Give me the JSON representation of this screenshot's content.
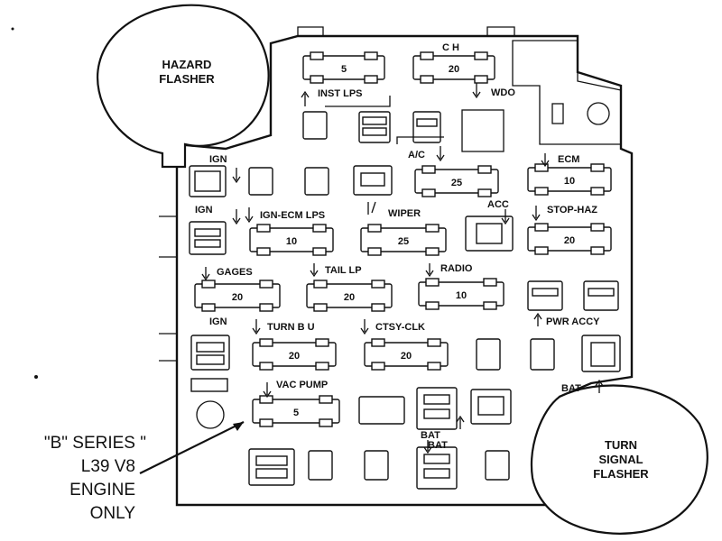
{
  "hazard_flasher": {
    "line1": "HAZARD",
    "line2": "FLASHER"
  },
  "turn_flasher": {
    "line1": "TURN",
    "line2": "SIGNAL",
    "line3": "FLASHER"
  },
  "footnote": {
    "line1": "\"B\" SERIES \"",
    "line2": "L39 V8",
    "line3": "ENGINE",
    "line4": "ONLY"
  },
  "labels": {
    "ch": "C H",
    "inst_lps": "INST LPS",
    "wdo": "WDO",
    "ac": "A/C",
    "ecm": "ECM",
    "ign1": "IGN",
    "ign2": "IGN",
    "ign3": "IGN",
    "ign_ecm_lps": "IGN-ECM LPS",
    "wiper": "WIPER",
    "acc": "ACC",
    "stop_haz": "STOP-HAZ",
    "gages": "GAGES",
    "tail_lp": "TAIL LP",
    "radio": "RADIO",
    "turn_bu": "TURN B U",
    "ctsy_clk": "CTSY-CLK",
    "pwr_accy": "PWR ACCY",
    "vac_pump": "VAC PUMP",
    "bat1": "BAT",
    "bat2": "BAT",
    "bat3": "BAT"
  },
  "fuses": {
    "inst_lps": "5",
    "ch": "20",
    "ac": "25",
    "ecm": "10",
    "ign_ecm_lps": "10",
    "wiper": "25",
    "stop_haz": "20",
    "gages": "20",
    "tail_lp": "20",
    "radio": "10",
    "turn_bu": "20",
    "ctsy_clk": "20",
    "vac_pump": "5"
  }
}
